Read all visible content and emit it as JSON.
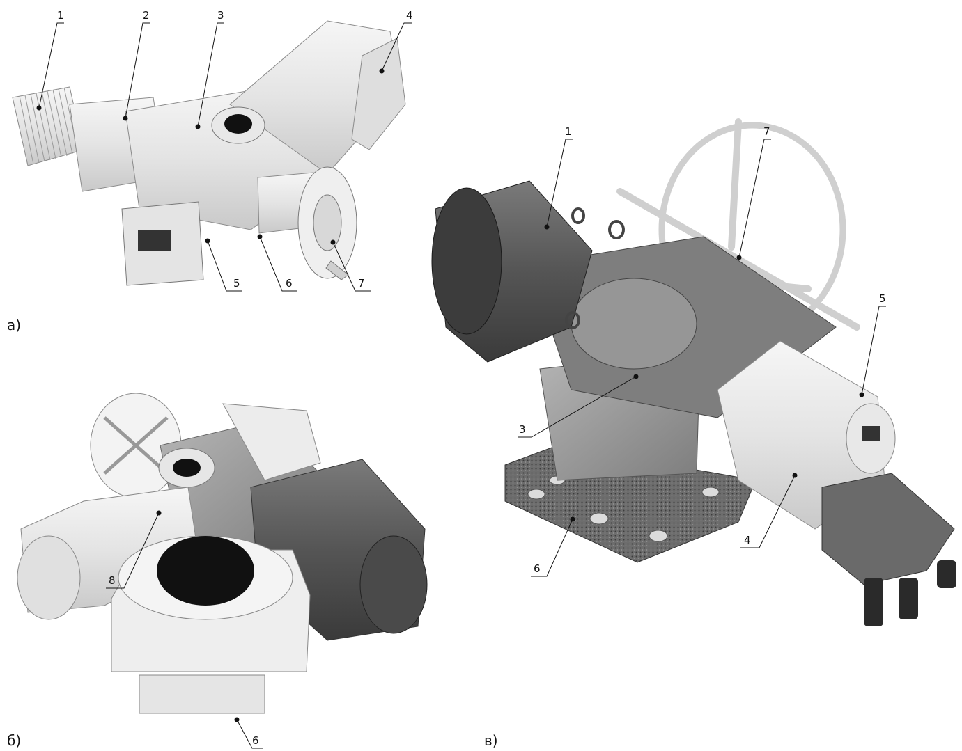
{
  "figures": [
    {
      "label": "а)",
      "callouts": [
        "1",
        "2",
        "3",
        "4",
        "5",
        "6",
        "7"
      ]
    },
    {
      "label": "б)",
      "callouts": [
        "8",
        "6"
      ]
    },
    {
      "label": "в)",
      "callouts": [
        "1",
        "7",
        "5",
        "3",
        "4",
        "6"
      ]
    }
  ],
  "colors": {
    "light_body": "#e9e9e9",
    "light_stroke": "#8a8a8a",
    "dark_body": "#5a5a5a",
    "mid_body": "#9a9a9a",
    "line": "#111111"
  }
}
